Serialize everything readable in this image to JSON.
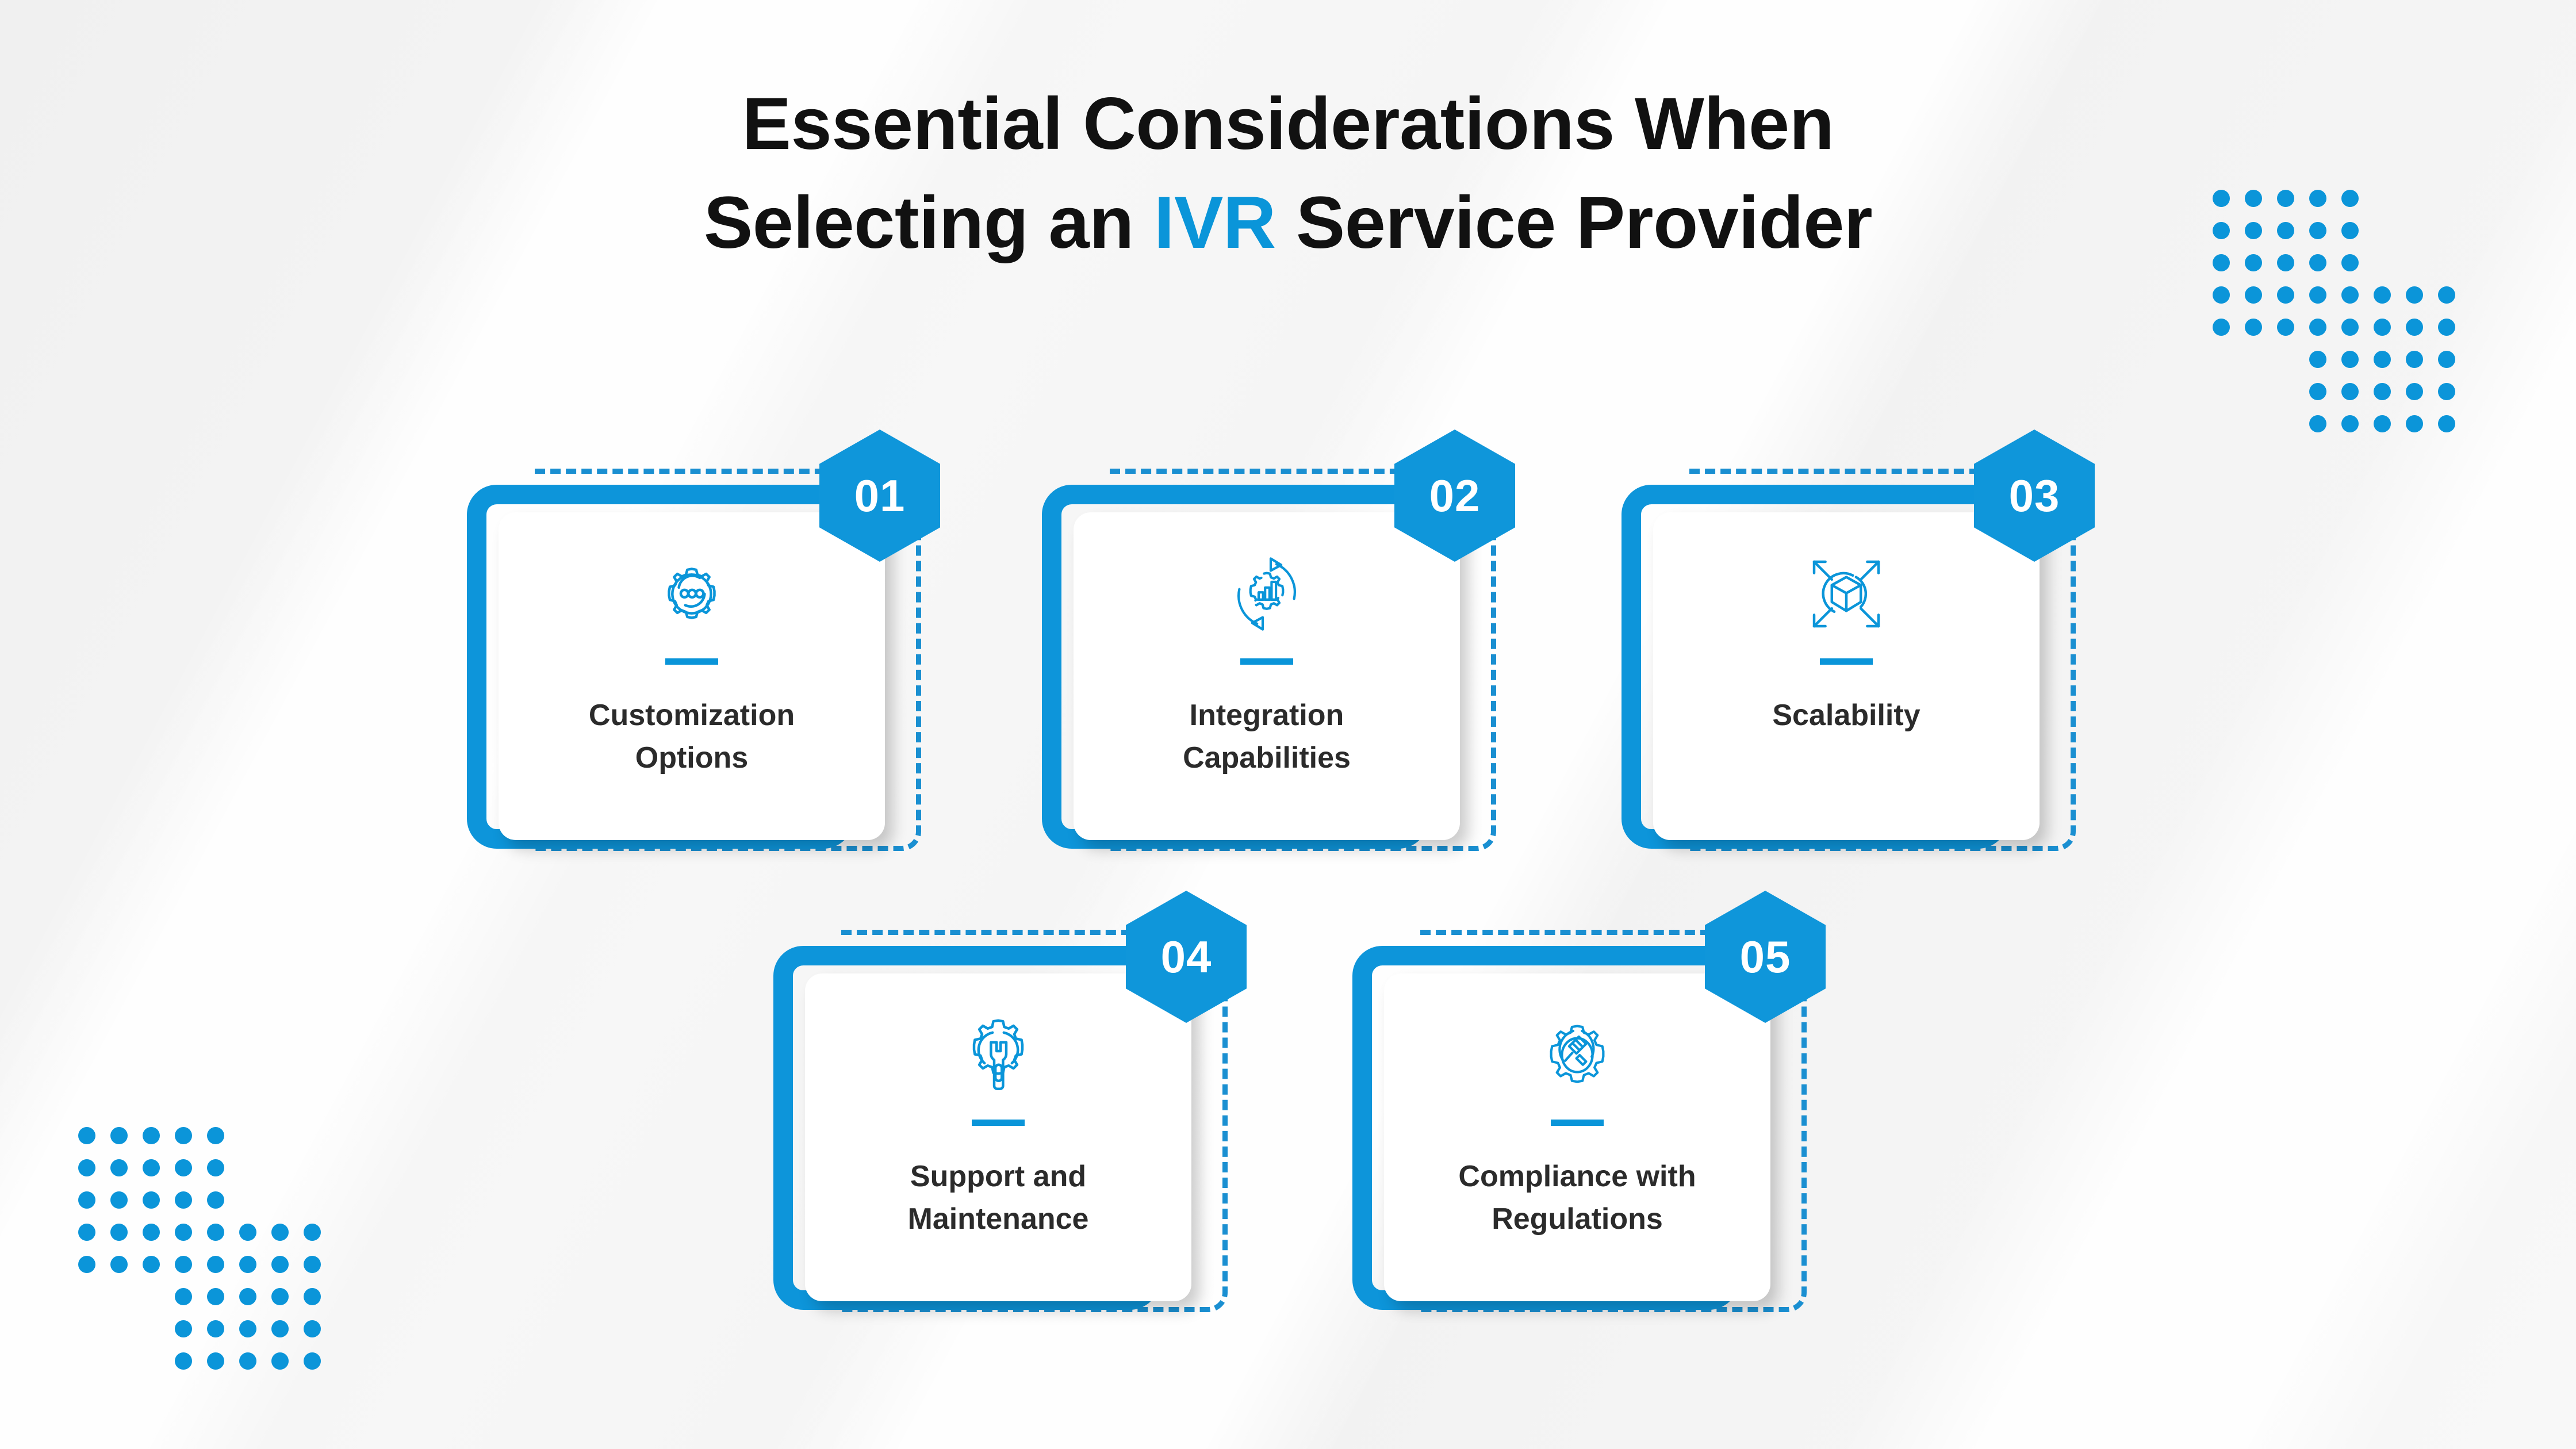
{
  "theme": {
    "accent_blue": "#0a95d9",
    "frame_blue": "#0d95da",
    "dashed_blue": "#1a8fd1",
    "hex_blue": "#0f96da",
    "title_color": "#111111",
    "card_title_color": "#2b2b2b",
    "background": "#f5f5f5"
  },
  "title": {
    "line1_prefix": "Essential Considerations When",
    "line2_prefix": "Selecting an ",
    "line2_accent": "IVR",
    "line2_suffix": " Service Provider",
    "full": "Essential Considerations When Selecting an IVR Service Provider"
  },
  "decorations": {
    "top_right_dots": "dot-grid-pattern",
    "bottom_left_dots": "dot-grid-pattern"
  },
  "cards": [
    {
      "number": "01",
      "title": "Customization Options",
      "title_lines": [
        "Customization",
        "Options"
      ],
      "icon": "gear-with-dots-icon"
    },
    {
      "number": "02",
      "title": "Integration Capabilities",
      "title_lines": [
        "Integration",
        "Capabilities"
      ],
      "icon": "gear-chart-sync-icon"
    },
    {
      "number": "03",
      "title": "Scalability",
      "title_lines": [
        "Scalability"
      ],
      "icon": "cube-expand-arrows-icon"
    },
    {
      "number": "04",
      "title": "Support and Maintenance",
      "title_lines": [
        "Support and",
        "Maintenance"
      ],
      "icon": "gear-wrench-icon"
    },
    {
      "number": "05",
      "title": "Compliance with Regulations",
      "title_lines": [
        "Compliance with",
        "Regulations"
      ],
      "icon": "gear-gavel-icon"
    }
  ]
}
